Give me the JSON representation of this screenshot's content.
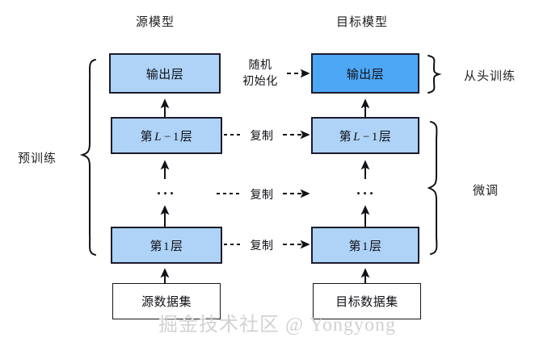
{
  "diagram": {
    "title_source": "源模型",
    "title_target": "目标模型",
    "source_column": {
      "output_layer": "输出层",
      "layer_lminus1_prefix": "第",
      "layer_lminus1_var": "L",
      "layer_lminus1_minus": "−",
      "layer_lminus1_num": "1",
      "layer_lminus1_suffix": "层",
      "ellipsis": "···",
      "layer_1_prefix": "第",
      "layer_1_num": "1",
      "layer_1_suffix": "层",
      "dataset": "源数据集"
    },
    "target_column": {
      "output_layer": "输出层",
      "layer_lminus1_prefix": "第",
      "layer_lminus1_var": "L",
      "layer_lminus1_minus": "−",
      "layer_lminus1_num": "1",
      "layer_lminus1_suffix": "层",
      "ellipsis": "···",
      "layer_1_prefix": "第",
      "layer_1_num": "1",
      "layer_1_suffix": "层",
      "dataset": "目标数据集"
    },
    "connectors": {
      "random_init_line1": "随机",
      "random_init_line2": "初始化",
      "copy_top": "复制",
      "copy_middle": "复制",
      "copy_bottom": "复制"
    },
    "braces": {
      "left_label": "预训练",
      "right_top_label": "从头训练",
      "right_bottom_label": "微调"
    },
    "watermark": "掘金技术社区 @ Yongyong",
    "colors": {
      "layer_fill": "#aed3f7",
      "accent_layer_fill": "#4ea7f5",
      "box_border": "#1b1b2a",
      "dataset_fill": "#ffffff",
      "background": "#ffffff",
      "watermark_color": "#d2d2d2",
      "text": "#111118"
    }
  }
}
